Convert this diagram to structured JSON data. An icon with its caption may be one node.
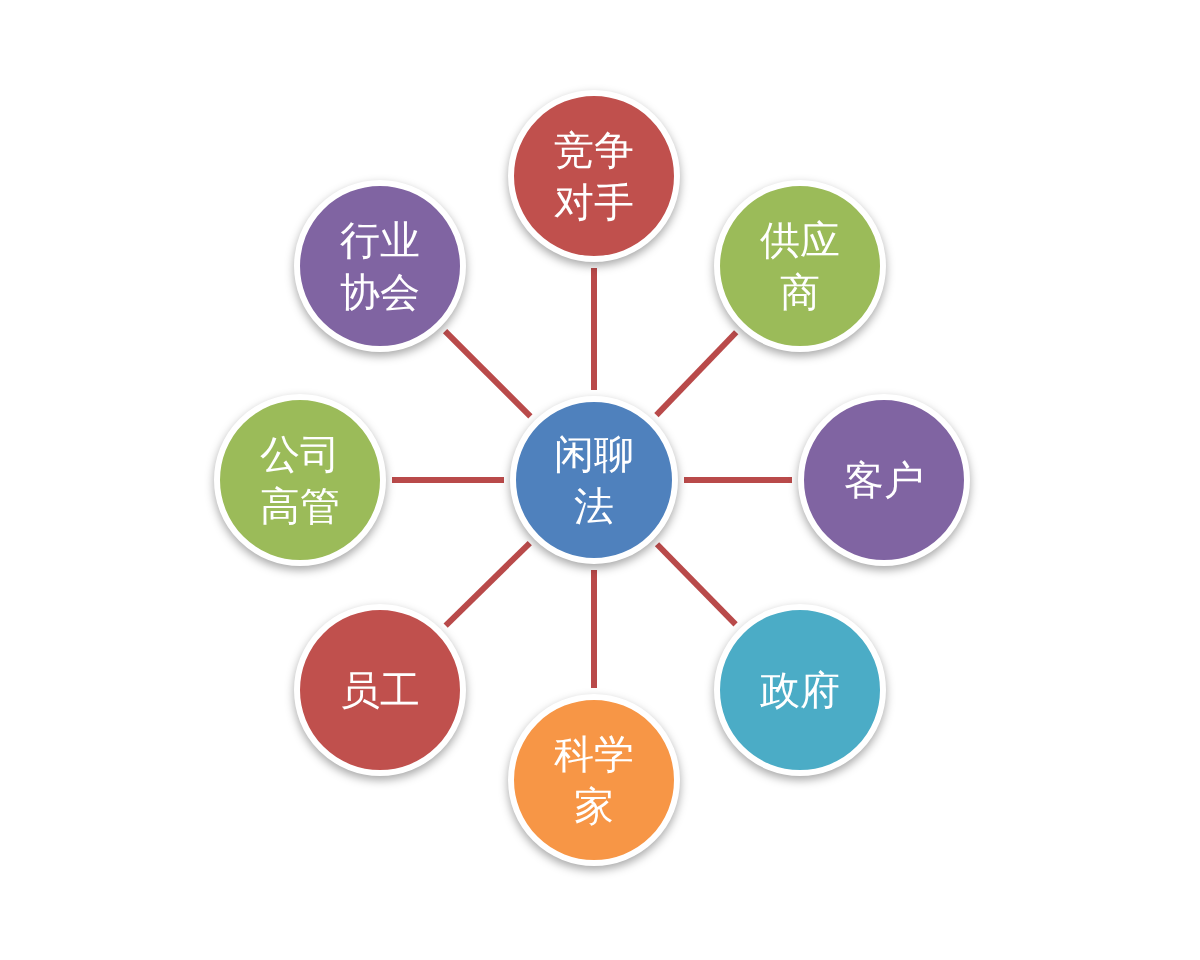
{
  "diagram": {
    "nodes": [
      {
        "text": [
          "闲聊法"
        ]
      },
      {
        "text": [
          "竞争对手"
        ]
      },
      {
        "text": [
          "供应商"
        ]
      },
      {
        "text": [
          "客户"
        ]
      },
      {
        "text": [
          "政府"
        ]
      },
      {
        "text": [
          "科学家"
        ]
      },
      {
        "text": [
          "员工"
        ]
      },
      {
        "text": [
          "公司高管"
        ]
      },
      {
        "text": [
          "行业协会"
        ]
      }
    ],
    "edges": [
      {
        "from": 0,
        "to": 1,
        "arrow": "none"
      },
      {
        "from": 0,
        "to": 2,
        "arrow": "none"
      },
      {
        "from": 0,
        "to": 3,
        "arrow": "none"
      },
      {
        "from": 0,
        "to": 4,
        "arrow": "none"
      },
      {
        "from": 0,
        "to": 5,
        "arrow": "none"
      },
      {
        "from": 0,
        "to": 6,
        "arrow": "none"
      },
      {
        "from": 0,
        "to": 7,
        "arrow": "none"
      },
      {
        "from": 0,
        "to": 8,
        "arrow": "none"
      }
    ]
  }
}
